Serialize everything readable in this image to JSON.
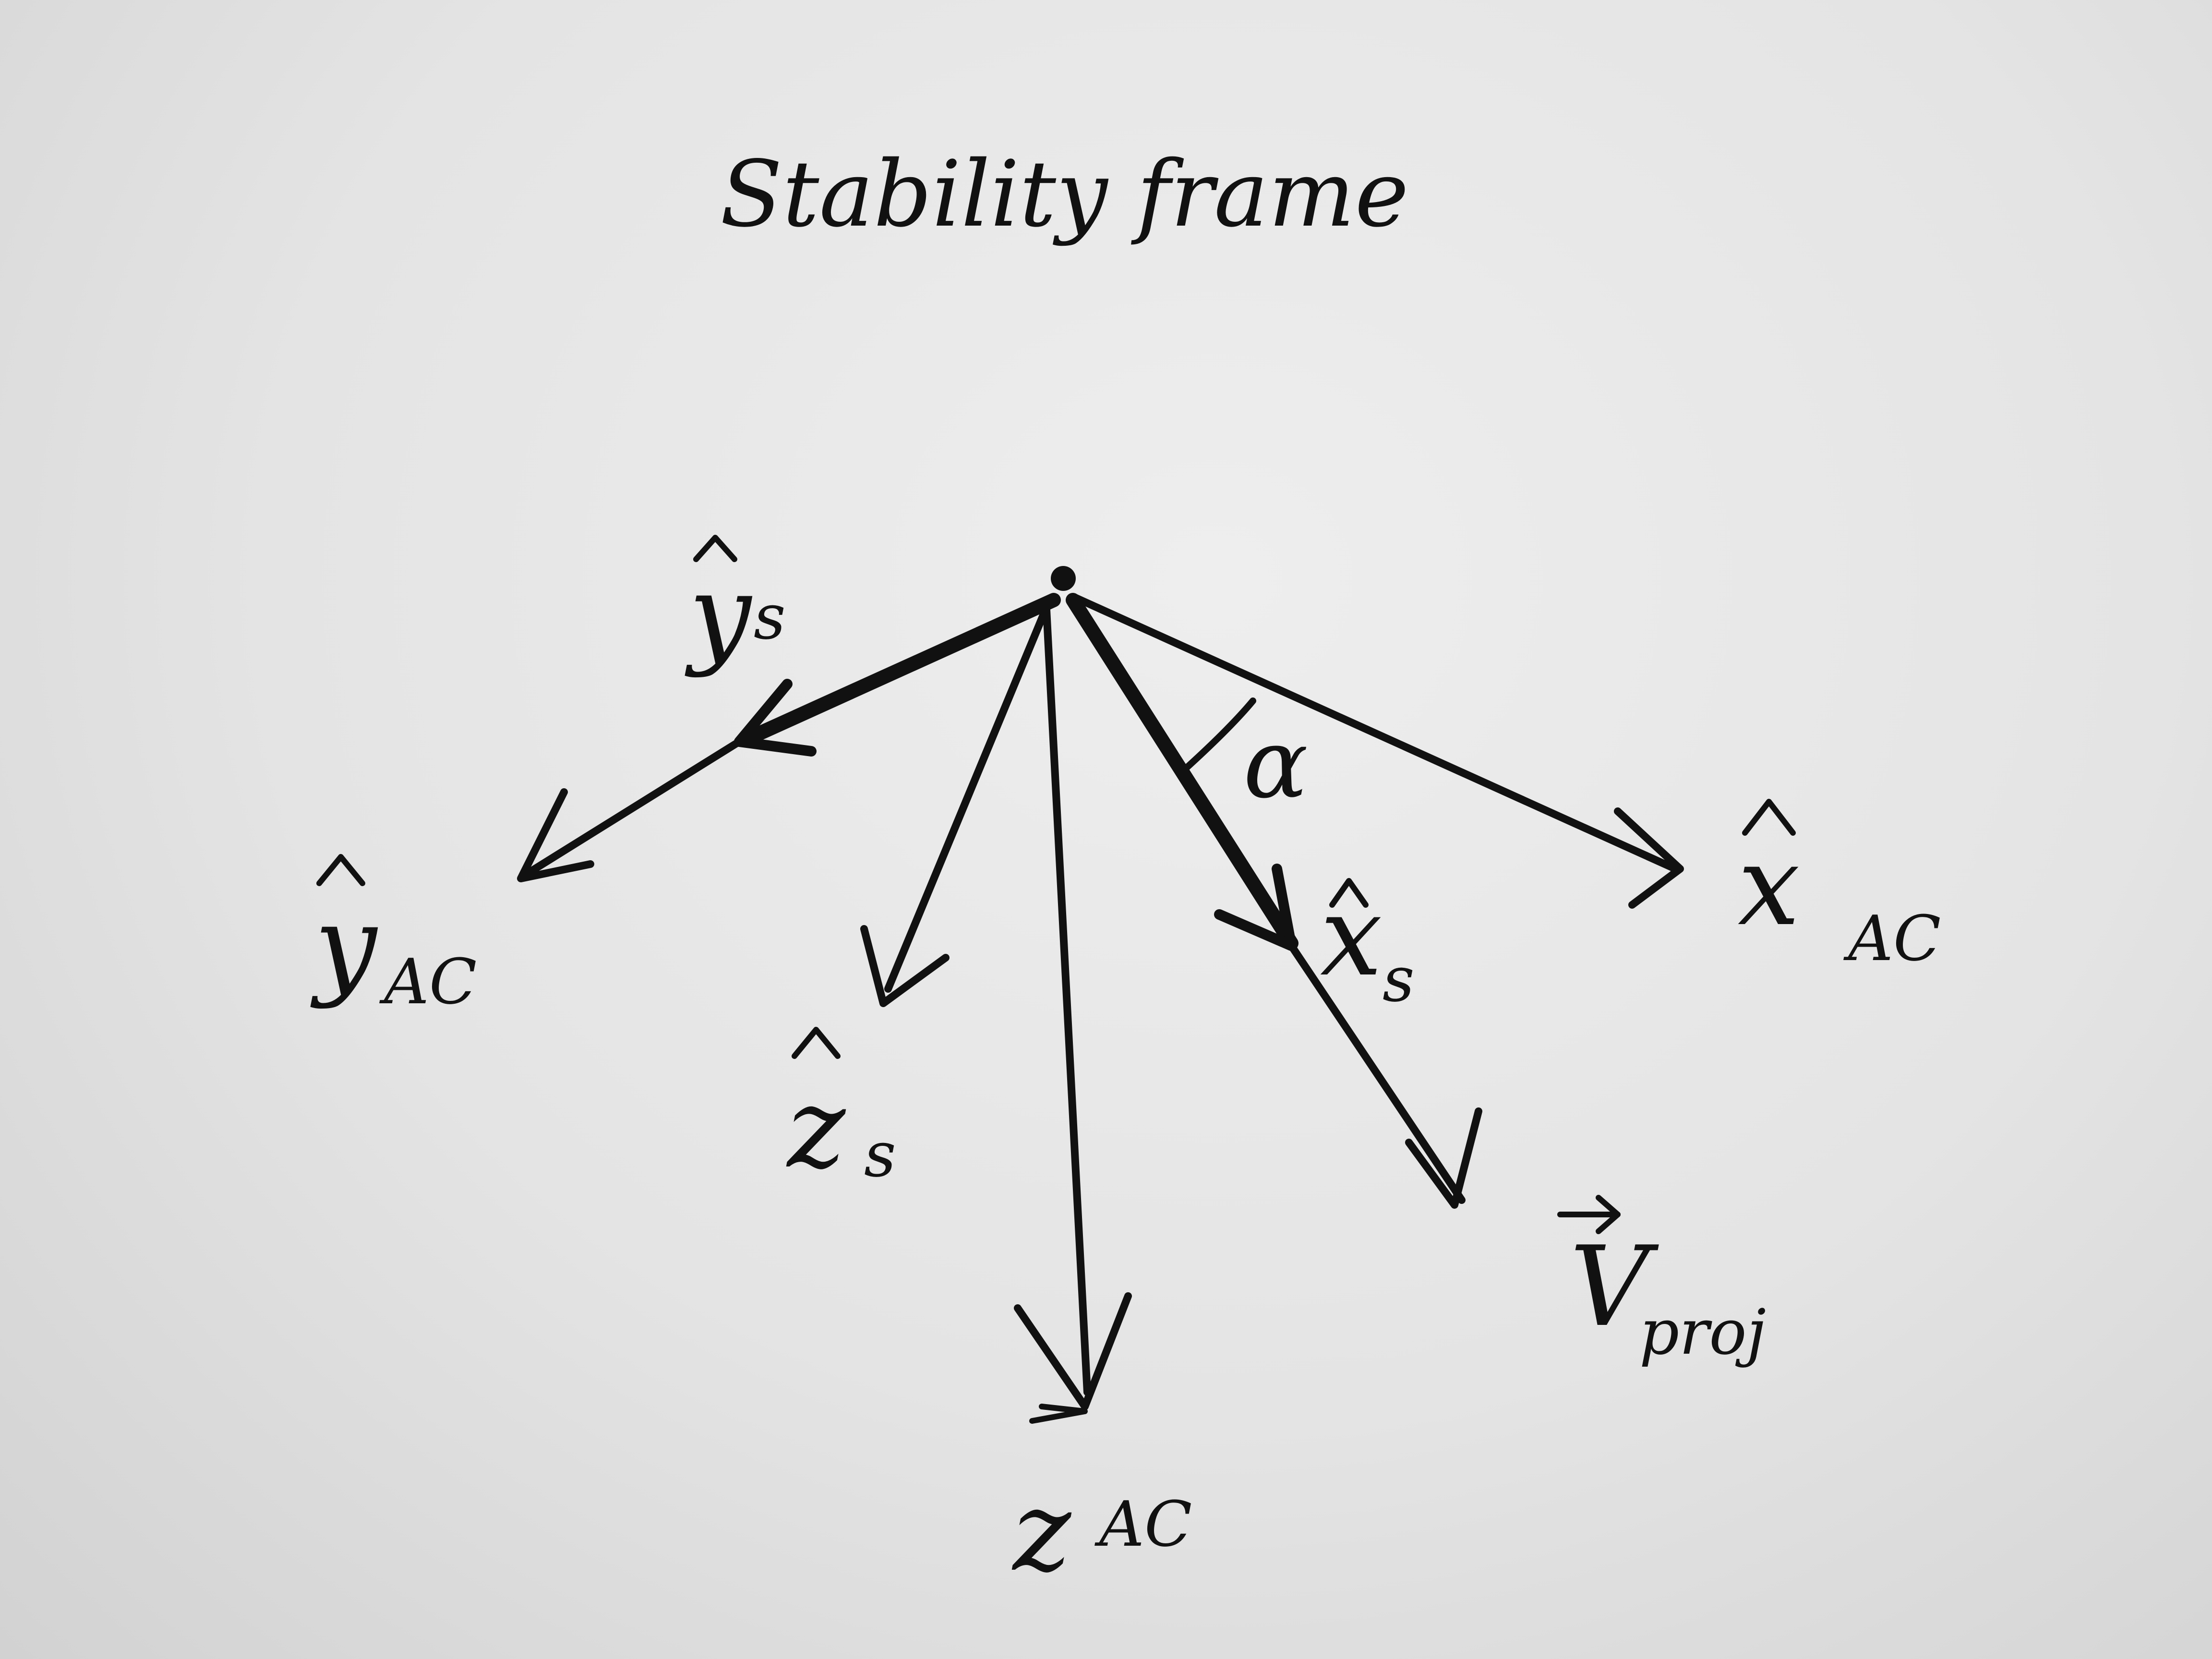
{
  "title": "Stability frame",
  "angle_label": "α",
  "axes": [
    {
      "id": "y_s",
      "letter": "y",
      "subscript": "s",
      "hat": true,
      "arrow_over": false
    },
    {
      "id": "y_ac",
      "letter": "y",
      "subscript": "AC",
      "hat": true,
      "arrow_over": false
    },
    {
      "id": "z_s",
      "letter": "z",
      "subscript": "s",
      "hat": true,
      "arrow_over": false
    },
    {
      "id": "z_ac",
      "letter": "z",
      "subscript": "AC",
      "hat": false,
      "arrow_over": false
    },
    {
      "id": "x_s",
      "letter": "x",
      "subscript": "s",
      "hat": true,
      "arrow_over": false
    },
    {
      "id": "v_proj",
      "letter": "V",
      "subscript": "proj",
      "hat": false,
      "arrow_over": true
    },
    {
      "id": "x_ac",
      "letter": "x",
      "subscript": "AC",
      "hat": true,
      "arrow_over": false
    }
  ],
  "ink_color": "#111111",
  "paper_color": "#e6e6e6"
}
